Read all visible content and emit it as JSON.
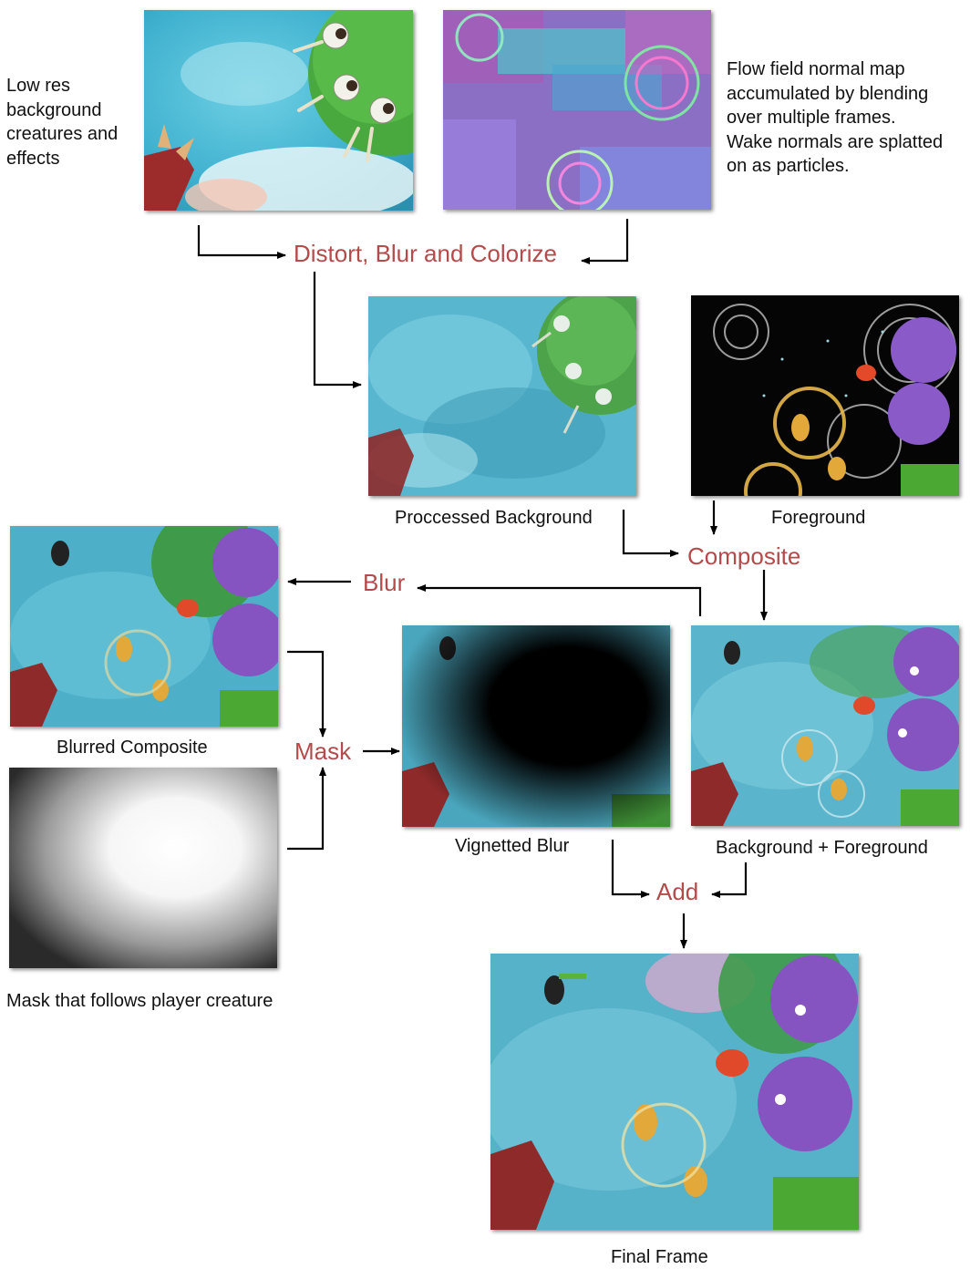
{
  "descriptions": {
    "low_res": "Low res\nbackground\ncreatures and\neffects",
    "flow_field": "Flow field normal map\naccumulated by blending\nover multiple frames.\nWake normals are splatted\non as particles."
  },
  "operations": {
    "distort": "Distort, Blur and Colorize",
    "composite": "Composite",
    "blur": "Blur",
    "mask": "Mask",
    "add": "Add"
  },
  "captions": {
    "processed_background": "Proccessed Background",
    "foreground": "Foreground",
    "blurred_composite": "Blurred Composite",
    "vignetted_blur": "Vignetted Blur",
    "background_foreground": "Background + Foreground",
    "mask_follows": "Mask that follows player creature",
    "final_frame": "Final Frame"
  },
  "colors": {
    "operation_text": "#b54a4a",
    "arrow": "#000000"
  }
}
